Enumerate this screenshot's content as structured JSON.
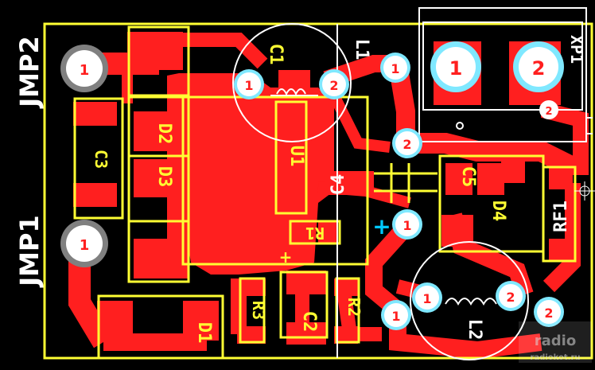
{
  "colors": {
    "background": "#000000",
    "copper": "#ff1f1f",
    "silkscreen": "#ffff33",
    "pad_ring": "#7fe8ff",
    "pad_fill": "#ffffff",
    "pin_text": "#ff1f1f",
    "outline": "#ffffff",
    "cursor": "#00c8ff"
  },
  "labels": {
    "jmp2": "JMP2",
    "jmp1": "JMP1",
    "c1": "C1",
    "l1": "L1",
    "xp1": "XP1",
    "c3": "C3",
    "d2": "D2",
    "d3": "D3",
    "u1": "U1",
    "c4": "C4",
    "c5": "C5",
    "d4": "D4",
    "rf1": "RF1",
    "r1": "R1",
    "r3": "R3",
    "c2": "C2",
    "r2": "R2",
    "l2": "L2",
    "d1": "D1",
    "plus1": "+",
    "plus2": "+"
  },
  "pins": {
    "one": "1",
    "two": "2"
  },
  "watermark": {
    "main": "radio",
    "sub": "radiokot.ru"
  }
}
